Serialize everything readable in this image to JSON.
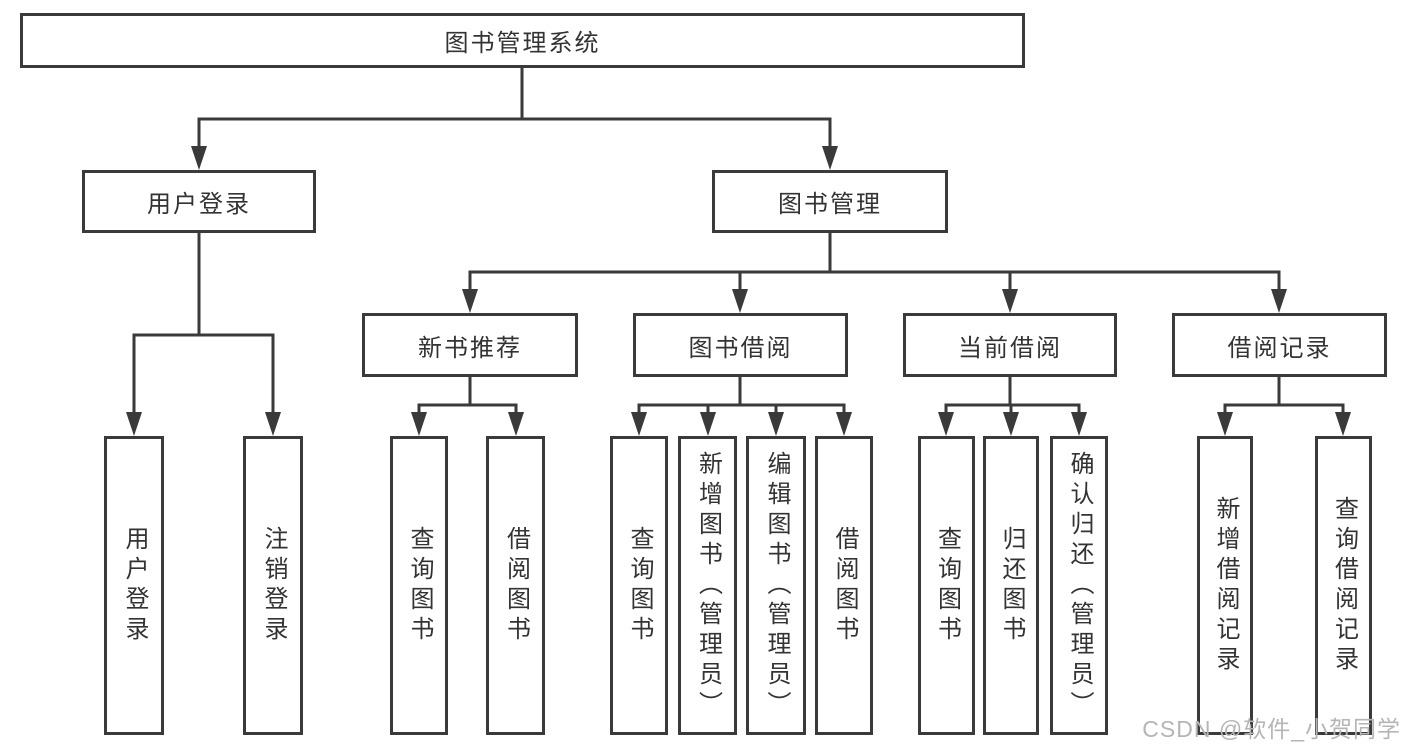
{
  "diagram": {
    "root": {
      "label": "图书管理系统",
      "children": [
        {
          "label": "用户登录",
          "children": [
            {
              "label": "用户登录"
            },
            {
              "label": "注销登录"
            }
          ]
        },
        {
          "label": "图书管理",
          "children": [
            {
              "label": "新书推荐",
              "children": [
                {
                  "label": "查询图书"
                },
                {
                  "label": "借阅图书"
                }
              ]
            },
            {
              "label": "图书借阅",
              "children": [
                {
                  "label": "查询图书"
                },
                {
                  "label": "新增图书（管理员）"
                },
                {
                  "label": "编辑图书（管理员）"
                },
                {
                  "label": "借阅图书"
                }
              ]
            },
            {
              "label": "当前借阅",
              "children": [
                {
                  "label": "查询图书"
                },
                {
                  "label": "归还图书"
                },
                {
                  "label": "确认归还（管理员）"
                }
              ]
            },
            {
              "label": "借阅记录",
              "children": [
                {
                  "label": "新增借阅记录"
                },
                {
                  "label": "查询借阅记录"
                }
              ]
            }
          ]
        }
      ]
    }
  },
  "watermark": {
    "text": "CSDN @软件_小贺同学",
    "color": "#b5b5b5"
  },
  "colors": {
    "line": "#3a3a3a",
    "border": "#3a3a3a",
    "text": "#333333",
    "background": "#ffffff"
  }
}
